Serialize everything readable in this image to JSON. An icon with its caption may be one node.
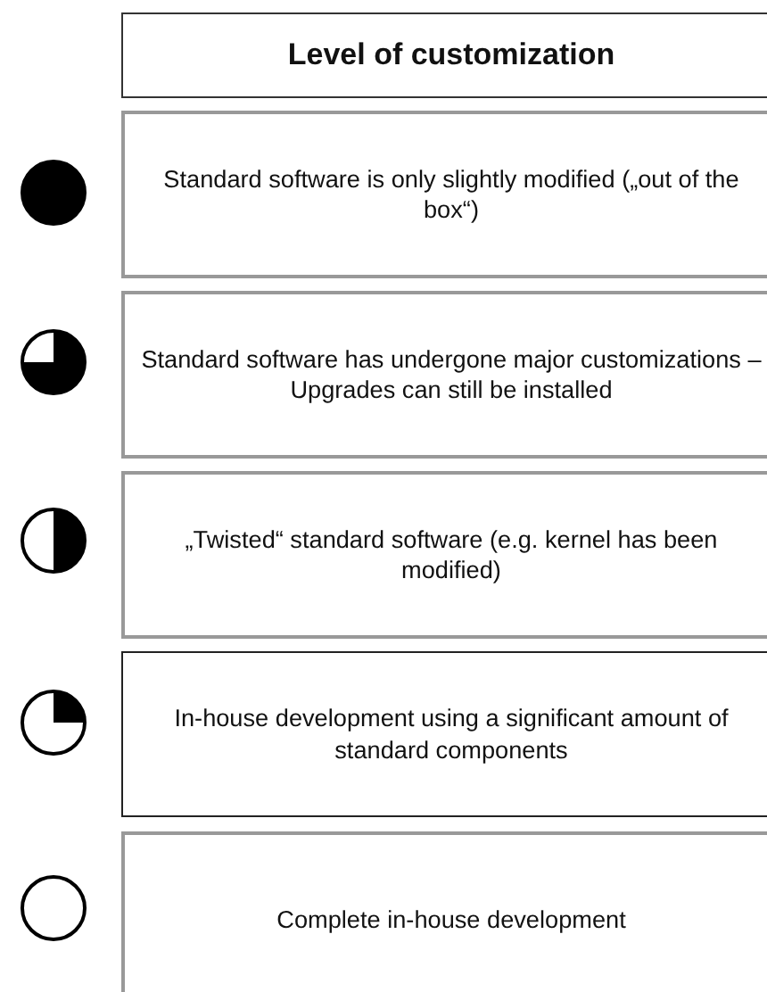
{
  "diagram": {
    "nodes": [
      {
        "text": [
          "Level of customization"
        ]
      },
      {
        "text": [
          "Standard software is only slightly modified („out of the box“)"
        ]
      },
      {
        "text": [
          "Standard software has undergone major customizations – Upgrades can still be installed"
        ]
      },
      {
        "text": [
          "„Twisted“ standard software (e.g. kernel has been modified)"
        ]
      },
      {
        "text": [
          "In-house development using a significant amount of standard components"
        ]
      },
      {
        "text": [
          "Complete in-house development"
        ]
      }
    ]
  }
}
